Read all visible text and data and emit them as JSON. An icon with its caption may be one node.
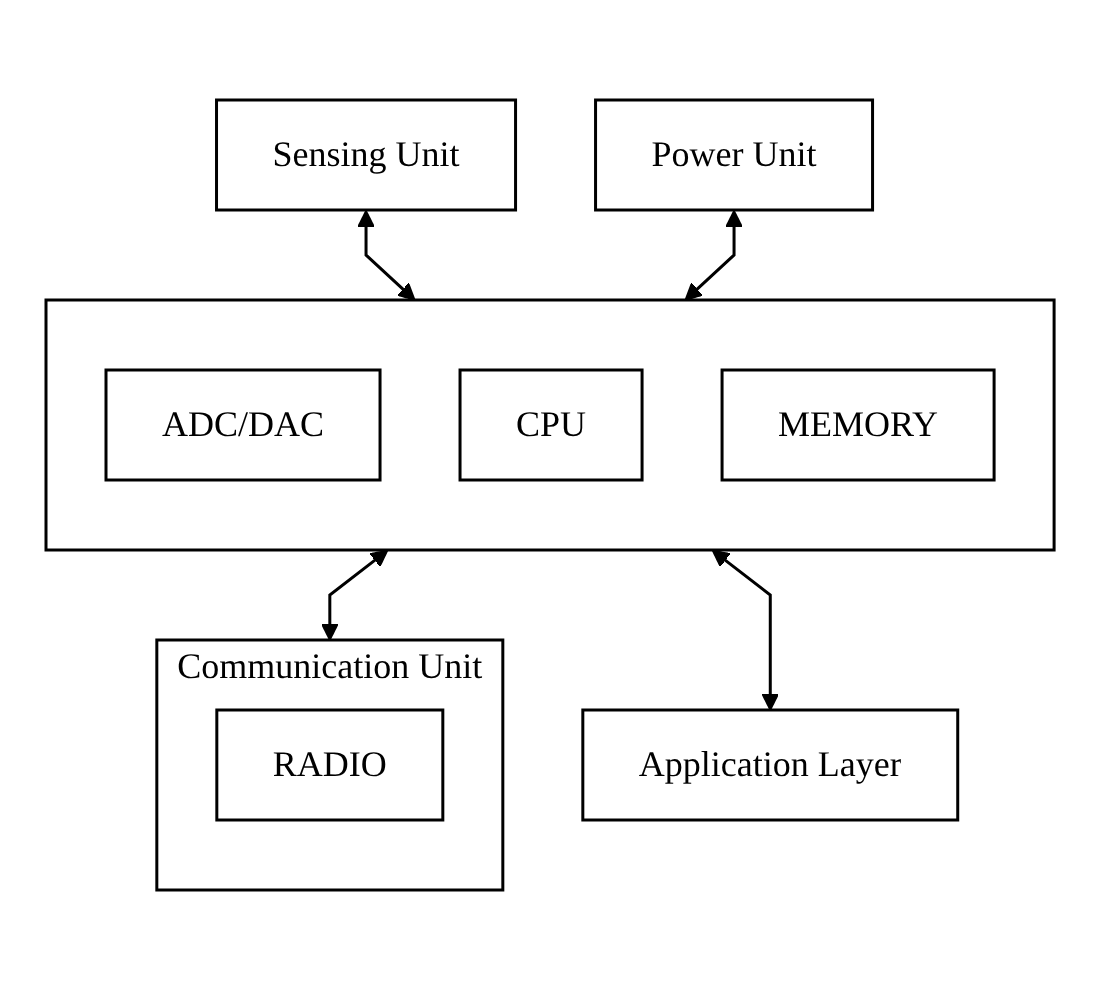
{
  "diagram": {
    "nodes": [
      {
        "text": [
          "Sensing Unit"
        ]
      },
      {
        "text": [
          "Power Unit"
        ]
      },
      {
        "text": [],
        "shape": "box"
      },
      {
        "text": [
          "ADC/DAC"
        ],
        "in": 2
      },
      {
        "text": [
          "CPU"
        ],
        "in": 2
      },
      {
        "text": [
          "MEMORY"
        ],
        "in": 2
      },
      {
        "text": [
          "Communication Unit"
        ]
      },
      {
        "text": [
          "RADIO"
        ],
        "in": 6
      },
      {
        "text": [
          "Application Layer"
        ]
      }
    ],
    "edges": [
      {
        "from": 0,
        "to": 2,
        "arrow": "both"
      },
      {
        "from": 1,
        "to": 2,
        "arrow": "both"
      },
      {
        "from": 2,
        "to": 6,
        "arrow": "both"
      },
      {
        "from": 2,
        "to": 8,
        "arrow": "both"
      }
    ]
  }
}
